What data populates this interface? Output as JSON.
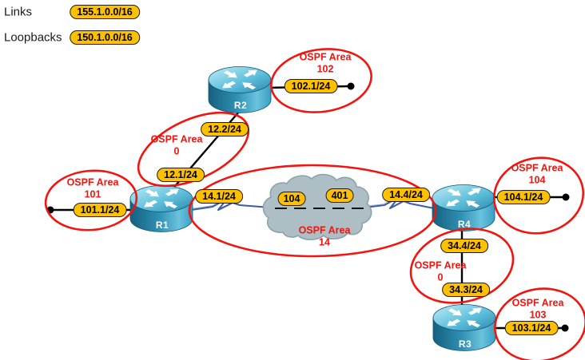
{
  "legend": {
    "links_label": "Links",
    "links_value": "155.1.0.0/16",
    "loopbacks_label": "Loopbacks",
    "loopbacks_value": "150.1.0.0/16"
  },
  "routers": {
    "r1": "R1",
    "r2": "R2",
    "r3": "R3",
    "r4": "R4"
  },
  "areas": {
    "area102": {
      "title": "OSPF Area",
      "number": "102"
    },
    "area0_top": {
      "title": "OSPF Area",
      "number": "0"
    },
    "area101": {
      "title": "OSPF Area",
      "number": "101"
    },
    "area14": {
      "title": "OSPF Area",
      "number": "14"
    },
    "area104": {
      "title": "OSPF Area",
      "number": "104"
    },
    "area0_bottom": {
      "title": "OSPF Area",
      "number": "0"
    },
    "area103": {
      "title": "OSPF Area",
      "number": "103"
    }
  },
  "interfaces": {
    "r2_lan": "102.1/24",
    "r2_link": "12.2/24",
    "r1_link": "12.1/24",
    "r1_lan": "101.1/24",
    "r1_wan": "14.1/24",
    "dlci_104": "104",
    "dlci_401": "401",
    "r4_wan": "14.4/24",
    "r4_lan": "104.1/24",
    "r4_link": "34.4/24",
    "r3_link": "34.3/24",
    "r3_lan": "103.1/24"
  },
  "colors": {
    "badge_fill": "#ffc000",
    "badge_border": "#1f1a17",
    "area_red": "#f2140f",
    "cloud_fill": "#adbfc4",
    "cloud_border": "#8ba3ab",
    "wan_line": "#3c5d9f",
    "link_line": "#000000"
  }
}
